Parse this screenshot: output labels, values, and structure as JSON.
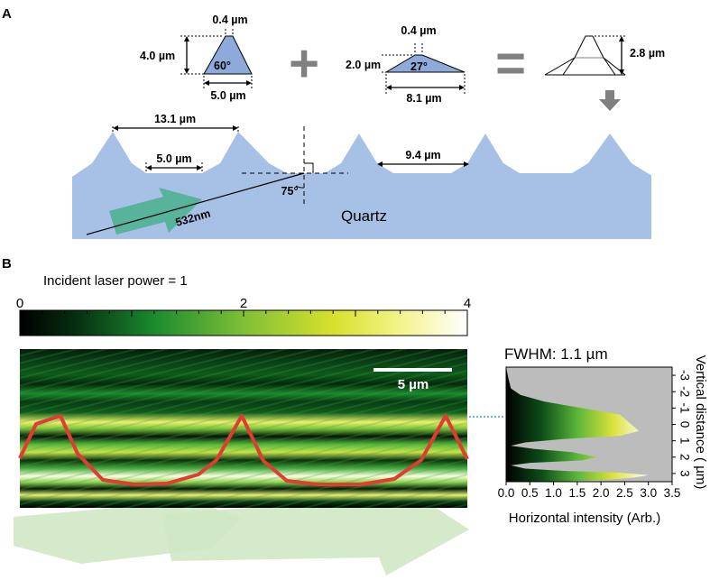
{
  "panels": {
    "a": {
      "label": "A",
      "shape1": {
        "top": "0.4 µm",
        "height": "4.0 µm",
        "angle": "60°",
        "base": "5.0 µm"
      },
      "plus": "+",
      "shape2": {
        "top": "0.4 µm",
        "height": "2.0 µm",
        "angle": "27°",
        "base": "8.1 µm"
      },
      "equals": "=",
      "shape3": {
        "height": "2.8 µm"
      },
      "dims": {
        "period": "13.1 µm",
        "flat": "5.0 µm",
        "gap": "9.4 µm"
      },
      "incidence_angle": "75°",
      "laser": "532nm",
      "material": "Quartz"
    },
    "b": {
      "label": "B",
      "title": "Incident laser power = 1",
      "colorbar_ticks": [
        "0",
        "2",
        "4"
      ],
      "scalebar": "5 µm",
      "fwhm": "FWHM: 1.1 µm",
      "vertical_label": "Vertical distance ( µm)",
      "horizontal_label": "Horizontal intensity (Arb.)"
    }
  },
  "chart_data": {
    "type": "area",
    "title": "FWHM: 1.1 µm",
    "xlabel": "Horizontal intensity (Arb.)",
    "ylabel": "Vertical distance ( µm)",
    "xlim": [
      0,
      3.5
    ],
    "ylim": [
      -3.5,
      3.5
    ],
    "x_ticks": [
      "0.0",
      "0.5",
      "1.0",
      "1.5",
      "2.0",
      "2.5",
      "3.0",
      "3.5"
    ],
    "y_ticks": [
      "-3",
      "-2",
      "-1",
      "0",
      "1",
      "2",
      "3"
    ],
    "series": [
      {
        "x": [
          0.0,
          0.05,
          0.1,
          0.3,
          0.8,
          1.6,
          2.4,
          2.8,
          2.4,
          1.2,
          0.4,
          0.1,
          0.6,
          1.4,
          1.9,
          1.6,
          0.5,
          0.1,
          0.4,
          1.3,
          2.4,
          3.0,
          2.7,
          2.0,
          1.0,
          0.3,
          0.0
        ],
        "y": [
          -3.5,
          -2.8,
          -2.2,
          -1.8,
          -1.4,
          -1.0,
          -0.6,
          0.4,
          0.7,
          0.9,
          1.1,
          1.3,
          1.5,
          1.7,
          2.0,
          2.2,
          2.35,
          2.5,
          2.7,
          2.85,
          2.95,
          3.1,
          3.25,
          3.4,
          3.5,
          3.5,
          3.5
        ]
      }
    ]
  },
  "colors": {
    "substrate": "#a7c0e6",
    "triangle_fill": "#8eaadb",
    "arrow_teal": "#58b39c",
    "red_outline": "#e03c31",
    "dotted_line": "#1ea0e6",
    "gray": "#808080",
    "light_green": "#cfe8c4"
  }
}
